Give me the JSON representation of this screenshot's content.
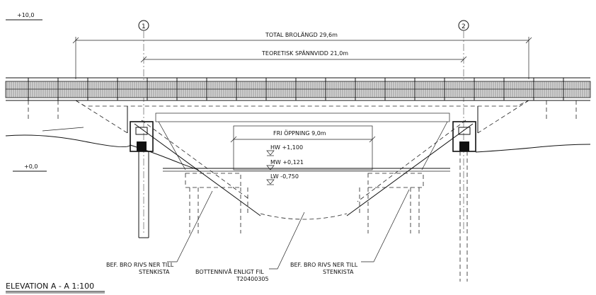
{
  "levels": {
    "top": "+10,0",
    "zero": "+0,0"
  },
  "axes": {
    "axis1": "1",
    "axis2": "2"
  },
  "dimensions": {
    "total_length": "TOTAL BROLÄNGD 29,6m",
    "span": "TEORETISK SPÄNNVIDD 21,0m",
    "opening": "FRI ÖPPNING 9,0m"
  },
  "water_levels": {
    "hw": "HW +1,100",
    "mw": "MW +0,121",
    "lw": "LW -0,750"
  },
  "notes": {
    "left_line1": "BEF. BRO RIVS NER TILL",
    "left_line2": "STENKISTA",
    "bottom_line1": "BOTTENNIVÅ ENLIGT FIL",
    "bottom_line2": "T20400305",
    "right_line1": "BEF. BRO RIVS NER TILL",
    "right_line2": "STENKISTA"
  },
  "title": "ELEVATION A - A  1:100"
}
